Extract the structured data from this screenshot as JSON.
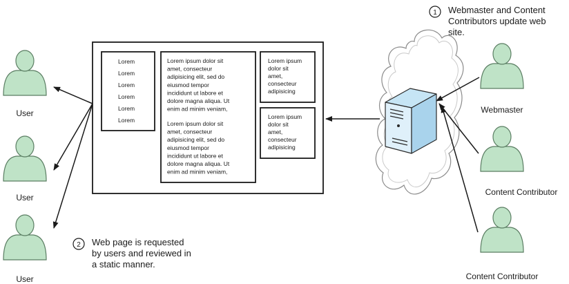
{
  "users": [
    {
      "label": "User"
    },
    {
      "label": "User"
    },
    {
      "label": "User"
    }
  ],
  "contributors": [
    {
      "label": "Webmaster"
    },
    {
      "label": "Content Contributor"
    },
    {
      "label": "Content Contributor"
    }
  ],
  "steps": [
    {
      "number": "1",
      "lines": [
        "Webmaster and Content",
        "Contributors update web",
        "site."
      ]
    },
    {
      "number": "2",
      "lines": [
        "Web page is requested",
        "by users and reviewed in",
        "a static manner."
      ]
    }
  ],
  "webpage": {
    "nav_items": [
      "Lorem",
      "Lorem",
      "Lorem",
      "Lorem",
      "Lorem",
      "Lorem"
    ],
    "main_paragraphs": [
      [
        "Lorem ipsum dolor sit",
        "amet, consecteur",
        "adipisicing elit, sed do",
        "eiusmod tempor",
        "incididunt ut labore et",
        "dolore magna aliqua. Ut",
        "enim ad minim veniam,"
      ],
      [
        "Lorem ipsum dolor sit",
        "amet, consecteur",
        "adipisicing elit, sed do",
        "eiusmod tempor",
        "incididunt ut labore et",
        "dolore magna aliqua. Ut",
        "enim ad minim veniam,"
      ]
    ],
    "side_boxes": [
      [
        "Lorem ipsum",
        "dolor sit",
        "amet,",
        "consecteur",
        "adipisicing"
      ],
      [
        "Lorem ipsum",
        "dolor sit",
        "amet,",
        "consecteur",
        "adipisicing"
      ]
    ]
  },
  "colors": {
    "person_fill": "#bfe3c7",
    "person_stroke": "#5a7d62",
    "server_front": "#dff0fa",
    "server_side": "#a9d3ec",
    "server_top": "#c6e5f5",
    "arrow": "#1a1a1a"
  },
  "icons": {
    "person": "person-icon",
    "server": "server-icon",
    "cloud": "cloud-shape"
  }
}
